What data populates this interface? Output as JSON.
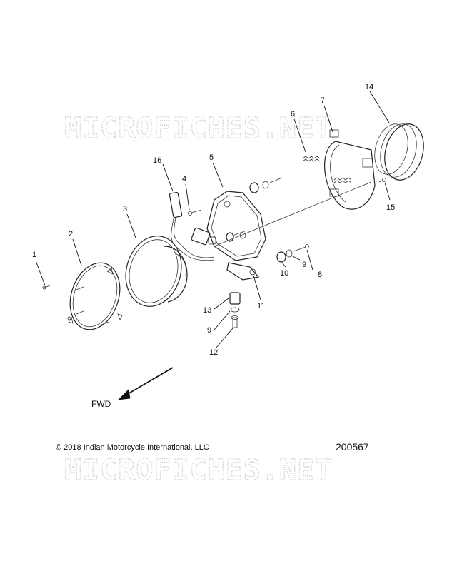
{
  "watermark": {
    "text": "MICROFICHES.NET"
  },
  "fwd_label": "FWD",
  "copyright": "© 2018 Indian Motorcycle International, LLC",
  "document_number": "200567",
  "callouts": [
    "1",
    "2",
    "3",
    "4",
    "5",
    "6",
    "7",
    "8",
    "9",
    "9",
    "10",
    "11",
    "12",
    "13",
    "14",
    "15",
    "16"
  ],
  "parts": {
    "screw_ring": "1",
    "trim_ring": "2",
    "headlamp": "3",
    "screw_small": "4",
    "bracket": "5",
    "spring": "6",
    "bucket": "7",
    "bolt": "8",
    "washer": "9",
    "bushing": "10",
    "mount_tab": "11",
    "bolt_lower": "12",
    "grommet": "13",
    "boot": "14",
    "screw_bucket": "15",
    "connector": "16"
  }
}
